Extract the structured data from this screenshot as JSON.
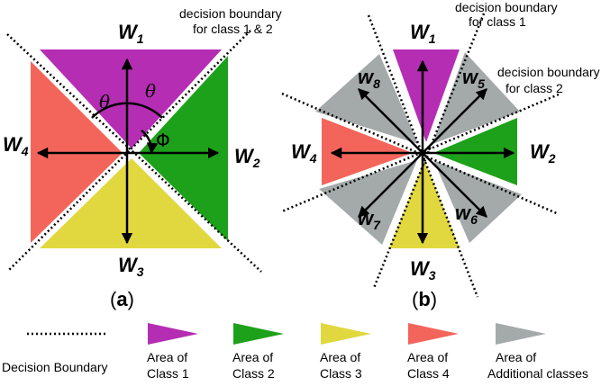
{
  "colors": {
    "class1": "#b52db3",
    "class2": "#1da11a",
    "class3": "#e1d840",
    "class4": "#f3655a",
    "additional": "#a3aaa9"
  },
  "panel_a": {
    "label_open": "(",
    "label_letter": "a",
    "label_close": ")",
    "annotation_line1": "decision boundary",
    "annotation_line2": "for class 1 & 2",
    "theta": "θ",
    "phi": "Φ",
    "w1": {
      "base": "W",
      "sub": "1"
    },
    "w2": {
      "base": "W",
      "sub": "2"
    },
    "w3": {
      "base": "W",
      "sub": "3"
    },
    "w4": {
      "base": "W",
      "sub": "4"
    }
  },
  "panel_b": {
    "label_open": "(",
    "label_letter": "b",
    "label_close": ")",
    "annotation1_line1": "decision boundary",
    "annotation1_line2": "for class 1",
    "annotation2_line1": "decision boundary",
    "annotation2_line2": "for class 2",
    "w1": {
      "base": "W",
      "sub": "1"
    },
    "w2": {
      "base": "W",
      "sub": "2"
    },
    "w3": {
      "base": "W",
      "sub": "3"
    },
    "w4": {
      "base": "W",
      "sub": "4"
    },
    "w5": {
      "base": "w",
      "sub": "5"
    },
    "w6": {
      "base": "w",
      "sub": "6"
    },
    "w7": {
      "base": "w",
      "sub": "7"
    },
    "w8": {
      "base": "w",
      "sub": "8"
    }
  },
  "legend": {
    "boundary": "Decision Boundary",
    "class1_line1": "Area of",
    "class1_line2": "Class 1",
    "class2_line1": "Area of",
    "class2_line2": "Class 2",
    "class3_line1": "Area of",
    "class3_line2": "Class 3",
    "class4_line1": "Area of",
    "class4_line2": "Class 4",
    "additional_line1": "Area of",
    "additional_line2": "Additional classes"
  }
}
